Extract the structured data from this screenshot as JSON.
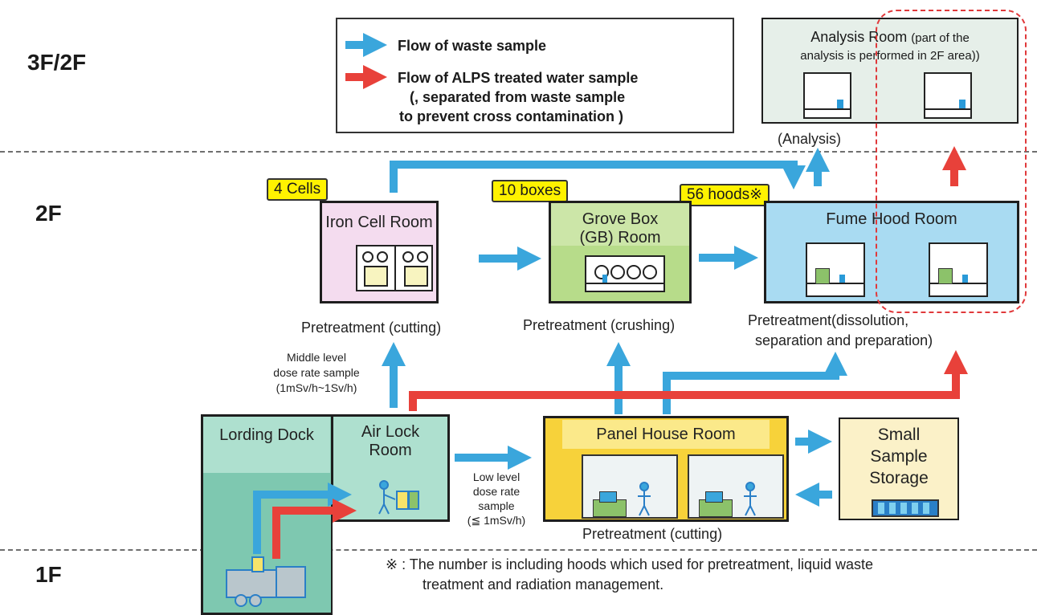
{
  "floors": {
    "f3": "3F/2F",
    "f2": "2F",
    "f1": "1F"
  },
  "legend": {
    "waste": "Flow of waste sample",
    "alps_line1": "Flow of ALPS treated water sample",
    "alps_line2": "(, separated from waste sample",
    "alps_line3": "to prevent cross contamination )"
  },
  "analysis": {
    "title_main": "Analysis Room",
    "title_note1": "(part of the",
    "title_note2": "analysis is performed in 2F area))",
    "caption": "(Analysis)"
  },
  "tags": {
    "iron": "4 Cells",
    "gb": "10 boxes",
    "fume": "56 hoods※"
  },
  "rooms": {
    "iron": "Iron Cell Room",
    "gb_line1": "Grove Box",
    "gb_line2": "(GB) Room",
    "fume": "Fume Hood Room",
    "dock": "Lording Dock",
    "airlock_line1": "Air Lock",
    "airlock_line2": "Room",
    "panel": "Panel House Room",
    "storage_line1": "Small",
    "storage_line2": "Sample",
    "storage_line3": "Storage"
  },
  "captions": {
    "iron": "Pretreatment (cutting)",
    "gb": "Pretreatment (crushing)",
    "fume_line1": "Pretreatment(dissolution,",
    "fume_line2": "separation and preparation)",
    "panel": "Pretreatment (cutting)"
  },
  "samples": {
    "middle_line1": "Middle level",
    "middle_line2": "dose rate sample",
    "middle_line3": "(1mSv/h~1Sv/h)",
    "low_line1": "Low level",
    "low_line2": "dose rate",
    "low_line3": "sample",
    "low_line4": "(≦ 1mSv/h)"
  },
  "footnote": {
    "line1": "※ : The number is including hoods which used for pretreatment, liquid waste",
    "line2": "treatment and radiation management."
  },
  "colors": {
    "blue_flow": "#3aa6dc",
    "red_flow": "#e8413a",
    "tag": "#fff200"
  }
}
